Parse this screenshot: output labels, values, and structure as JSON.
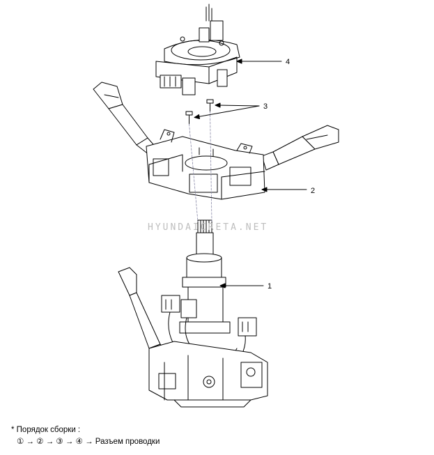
{
  "diagram": {
    "callouts": [
      "1",
      "2",
      "3",
      "4"
    ],
    "watermark": "HYUNDAICRETA.NET",
    "line_color": "#000000",
    "guide_color": "#8a8aa8"
  },
  "notes": {
    "heading": "* Порядок сборки :",
    "sequence": "① → ② → ③ → ④ → Разъем проводки"
  }
}
